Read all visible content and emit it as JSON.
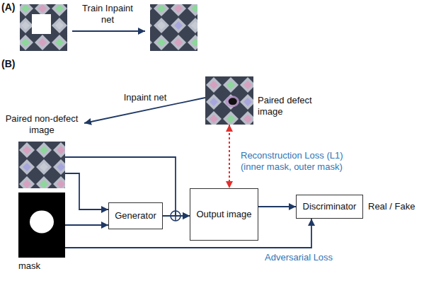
{
  "diagram": {
    "nodes": [
      {
        "text": [
          "Paired defect image"
        ]
      },
      {
        "text": [
          "Paired non-defect image"
        ]
      },
      {
        "text": [
          "mask"
        ]
      },
      {
        "text": [
          "Generator"
        ]
      },
      {
        "text": [
          "Output image"
        ]
      },
      {
        "text": [
          "Discriminator"
        ]
      }
    ],
    "edges": [
      {
        "from": 0,
        "to": 1,
        "arrow": "to",
        "label": "Inpaint net"
      },
      {
        "from": 0,
        "to": 4,
        "arrow": "both",
        "label": "Reconstruction Loss (L1) (inner mask, outer mask)"
      },
      {
        "from": 1,
        "to": 3,
        "arrow": "to"
      },
      {
        "from": 2,
        "to": 3,
        "arrow": "to"
      },
      {
        "from": 3,
        "to": 4,
        "arrow": "to"
      },
      {
        "from": 1,
        "to": 4,
        "arrow": "to"
      },
      {
        "from": 4,
        "to": 5,
        "arrow": "to"
      },
      {
        "from": 2,
        "to": 5,
        "arrow": "to",
        "label": "Adversarial Loss"
      }
    ],
    "labels": [
      "(A)",
      "Train Inpaint net",
      "(B)",
      "Real / Fake"
    ]
  }
}
